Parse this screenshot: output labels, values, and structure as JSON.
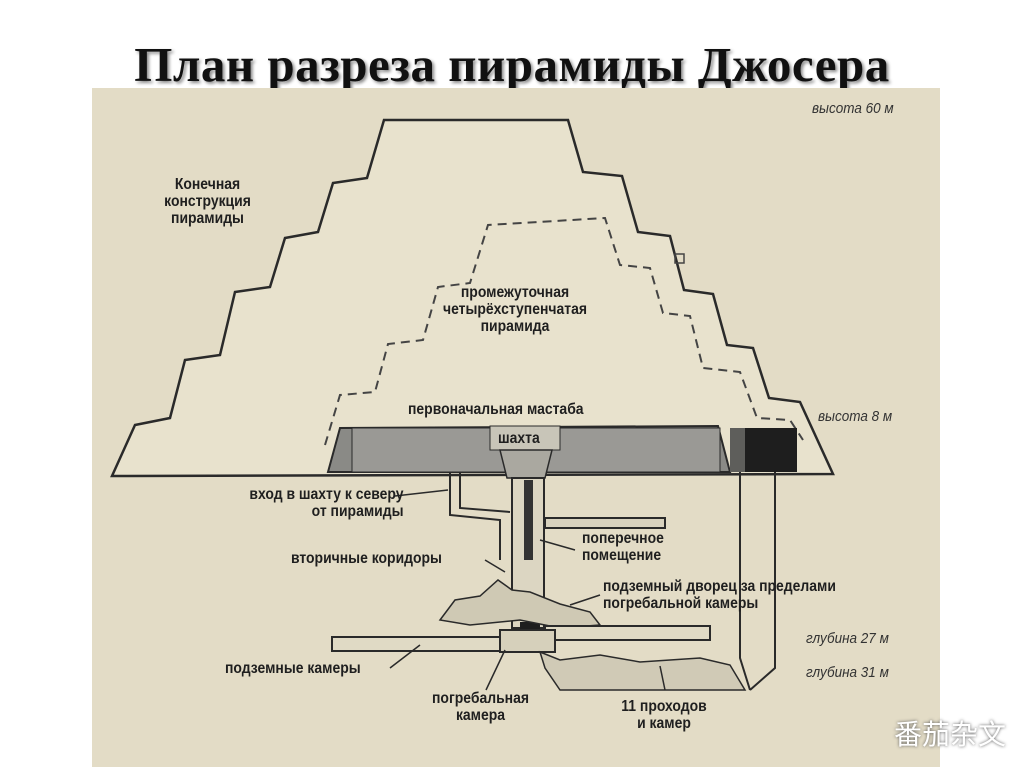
{
  "title": "План разреза пирамиды Джосера",
  "labels": {
    "final_line1": "Конечная",
    "final_line2": "конструкция",
    "final_line3": "пирамиды",
    "inter_line1": "промежуточная",
    "inter_line2": "четырёхступенчатая",
    "inter_line3": "пирамида",
    "mastaba": "первоначальная мастаба",
    "shaft": "шахта",
    "entrance_line1": "вход в шахту к северу",
    "entrance_line2": "от пирамиды",
    "transverse_line1": "поперечное",
    "transverse_line2": "помещение",
    "secondary": "вторичные коридоры",
    "palace_line1": "подземный дворец за пределами",
    "palace_line2": "погребальной камеры",
    "underground": "подземные камеры",
    "burial_line1": "погребальная",
    "burial_line2": "камера",
    "passages_line1": "11 проходов",
    "passages_line2": "и камер"
  },
  "measures": {
    "h60": "высота 60 м",
    "h8": "высота 8 м",
    "d27": "глубина 27 м",
    "d31": "глубина 31 м"
  },
  "watermark": "番茄杂文",
  "colors": {
    "paper": "#e3dcc6",
    "mastaba": "#8a8a86",
    "dark_block": "#1e1e1e",
    "line": "#2a2a2a"
  }
}
